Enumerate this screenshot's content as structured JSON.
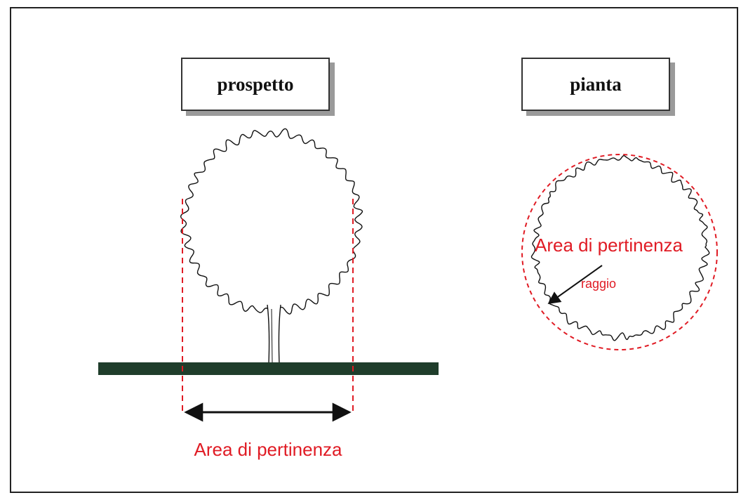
{
  "views": {
    "elevation": {
      "title": "prospetto",
      "span_label": "Area di pertinenza"
    },
    "plan": {
      "title": "pianta",
      "area_label": "Area di pertinenza",
      "radius_label": "raggio"
    }
  },
  "colors": {
    "dashed_line": "#e01b24",
    "label_text": "#e01b24",
    "ground": "#1f3d2b",
    "outline": "#111111"
  }
}
